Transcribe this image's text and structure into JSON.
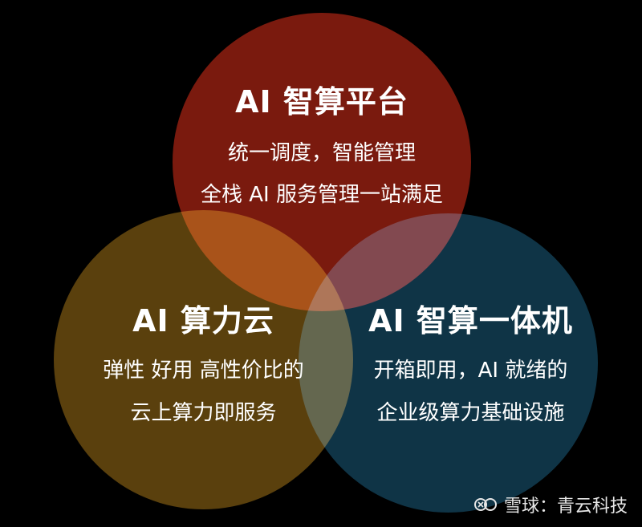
{
  "colors": {
    "background": "#000000",
    "top_circle": "#7a1a0e",
    "left_circle": "#5a400d",
    "right_circle": "#0f3446",
    "text": "#ffffff"
  },
  "circles": {
    "top": {
      "title": "AI 智算平台",
      "lines": [
        "统一调度，智能管理",
        "全栈 AI 服务管理一站满足"
      ]
    },
    "left": {
      "title": "AI 算力云",
      "lines": [
        "弹性 好用 高性价比的",
        "云上算力即服务"
      ]
    },
    "right": {
      "title": "AI 智算一体机",
      "lines": [
        "开箱即用，AI 就绪的",
        "企业级算力基础设施"
      ]
    }
  },
  "watermark": {
    "text": "雪球：青云科技",
    "icon": "snowball-logo-icon"
  }
}
